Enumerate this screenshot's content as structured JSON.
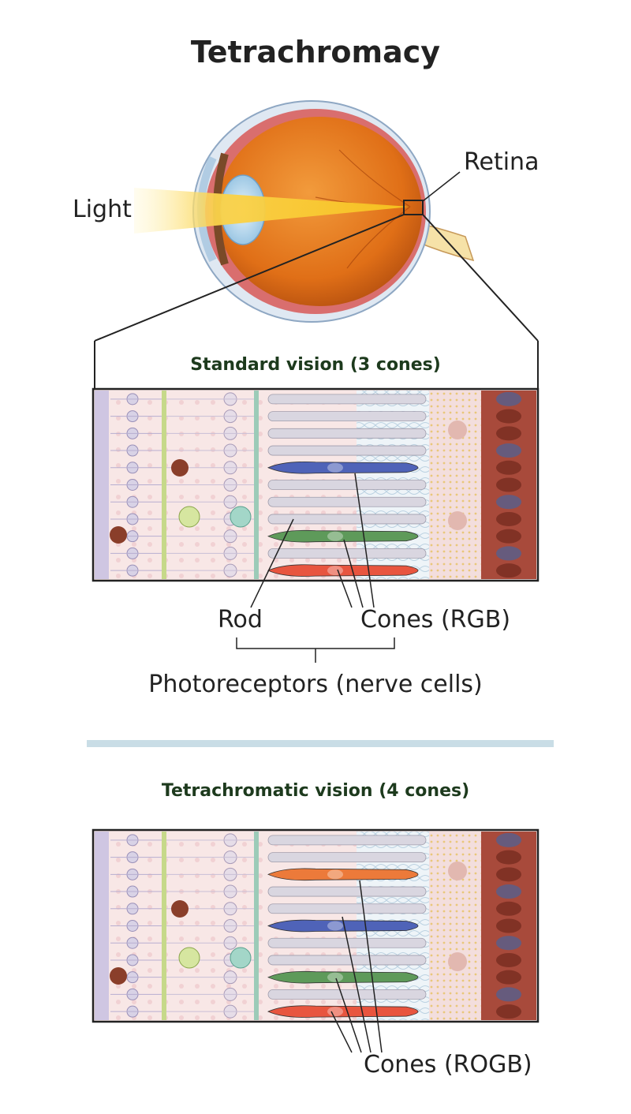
{
  "title": "Tetrachromacy",
  "labels": {
    "light": "Light",
    "retina": "Retina",
    "standard_heading": "Standard vision (3 cones)",
    "rod": "Rod",
    "cones_rgb": "Cones (RGB)",
    "photoreceptors": "Photoreceptors (nerve cells)",
    "tetra_heading": "Tetrachromatic vision (4 cones)",
    "cones_rogb": "Cones (ROGB)"
  },
  "colors": {
    "cone_red": "#e8553f",
    "cone_orange": "#ec7a3a",
    "cone_green": "#5e9a5a",
    "cone_blue": "#4f63b8",
    "rod": "#d9d6e0",
    "eye_orange": "#e8781f",
    "divider": "#c9dde6",
    "heading_green": "#1d3a1d"
  },
  "icons": [
    "eye-illustration",
    "light-beam",
    "retina-cell-layers"
  ]
}
